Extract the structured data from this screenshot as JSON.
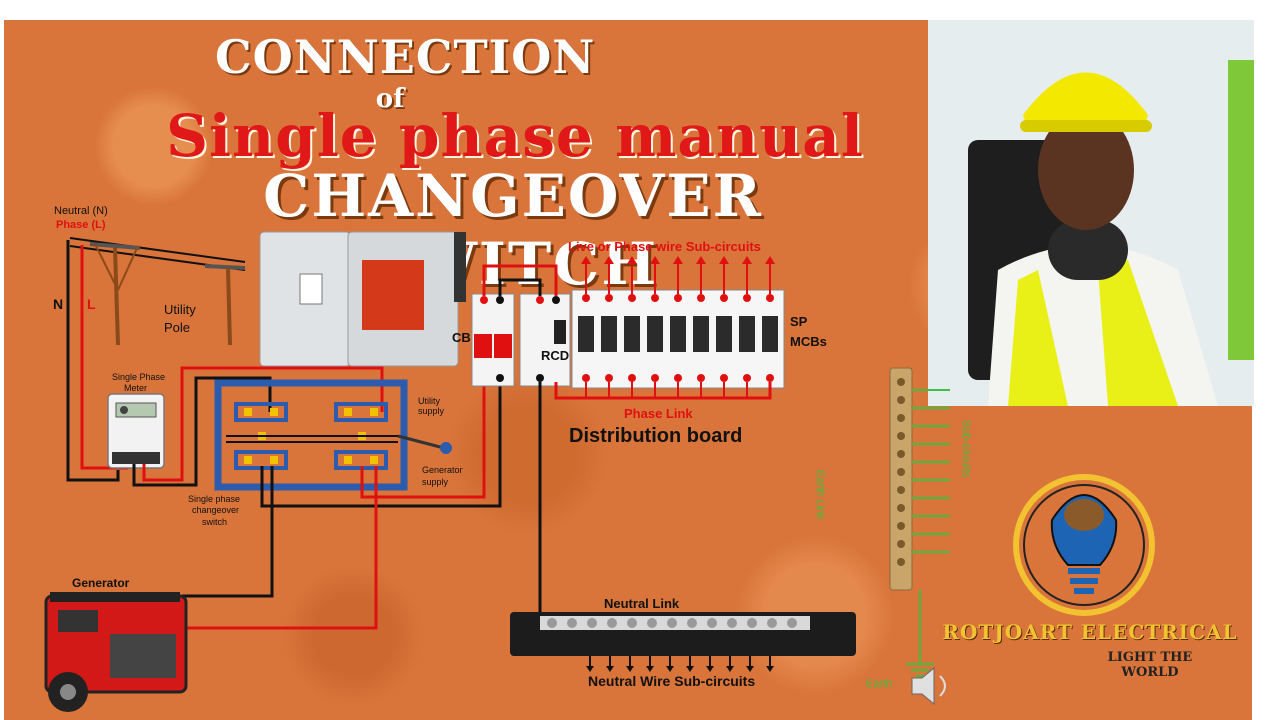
{
  "title": {
    "line1": "CONNECTION",
    "line2": "of",
    "line3": "Single phase manual",
    "line4": "CHANGEOVER SWITCH"
  },
  "labels": {
    "neutral_n": "Neutral (N)",
    "phase_l": "Phase (L)",
    "n": "N",
    "l": "L",
    "utility_pole_1": "Utility",
    "utility_pole_2": "Pole",
    "single_phase_meter_1": "Single Phase",
    "single_phase_meter_2": "Meter",
    "utility_supply_1": "Utility",
    "utility_supply_2": "supply",
    "generator_supply_1": "Generator",
    "generator_supply_2": "supply",
    "changeover_1": "Single phase",
    "changeover_2": "changeover",
    "changeover_3": "switch",
    "generator": "Generator",
    "cb": "CB",
    "rcd": "RCD",
    "live_subcircuits": "Live or Phase wire Sub-circuits",
    "sp_mcbs_1": "SP",
    "sp_mcbs_2": "MCBs",
    "phase_link": "Phase Link",
    "distribution_board": "Distribution board",
    "neutral_link": "Neutral Link",
    "neutral_subcircuits": "Neutral Wire Sub-circuits",
    "earth_link": "Earth Link",
    "sub_circuits": "Sub-circuits",
    "earth": "Earth"
  },
  "brand": {
    "name": "ROTJOART ELECTRICAL",
    "slogan": "LIGHT THE WORLD"
  },
  "icons": {
    "speaker": "speaker-mute-icon",
    "logo": "lightbulb-brain-logo"
  },
  "colors": {
    "background": "#d9743a",
    "title_red": "#e01818",
    "wire_red": "#e01010",
    "wire_black": "#111111",
    "earth_green": "#3fbf3f",
    "brand_gold": "#f2c230"
  }
}
